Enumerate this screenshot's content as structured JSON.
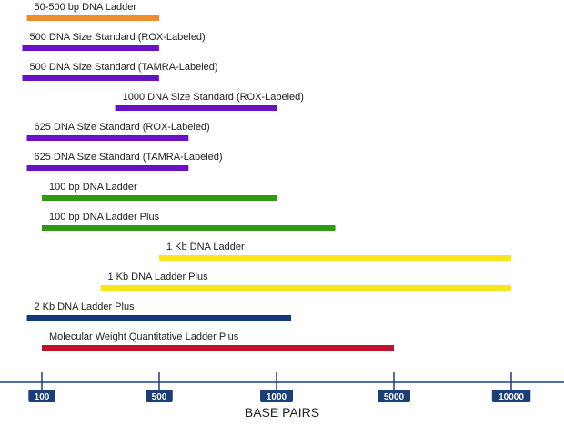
{
  "chart_data": {
    "type": "bar",
    "orientation": "horizontal-range",
    "title": "",
    "xlabel": "BASE PAIRS",
    "ylabel": "",
    "grid": false,
    "legend": "none",
    "x_scale": "ordinal (100, 500, 1000, 5000, 10000 equally spaced)",
    "x_ticks": [
      100,
      500,
      1000,
      5000,
      10000
    ],
    "x_tick_labels": [
      "100",
      "500",
      "1000",
      "5000",
      "10000"
    ],
    "tick_badge_color": "#1a3e78",
    "axis_color": "#1a3e78",
    "series": [
      {
        "label": "50-500 bp DNA Ladder",
        "start": 50,
        "end": 500,
        "color": "#f28c28"
      },
      {
        "label": "500 DNA Size Standard (ROX-Labeled)",
        "start": 35,
        "end": 500,
        "color": "#6a11c6"
      },
      {
        "label": "500 DNA Size Standard (TAMRA-Labeled)",
        "start": 35,
        "end": 500,
        "color": "#6a11c6"
      },
      {
        "label": "1000 DNA Size Standard (ROX-Labeled)",
        "start": 350,
        "end": 1000,
        "color": "#6a11c6"
      },
      {
        "label": "625 DNA Size Standard (ROX-Labeled)",
        "start": 50,
        "end": 625,
        "color": "#6a11c6"
      },
      {
        "label": "625 DNA Size Standard (TAMRA-Labeled)",
        "start": 50,
        "end": 625,
        "color": "#6a11c6"
      },
      {
        "label": "100 bp DNA Ladder",
        "start": 100,
        "end": 1000,
        "color": "#2e9b12"
      },
      {
        "label": "100 bp DNA Ladder Plus",
        "start": 100,
        "end": 3000,
        "color": "#2e9b12"
      },
      {
        "label": "1 Kb DNA Ladder",
        "start": 500,
        "end": 10000,
        "color": "#f6e61a"
      },
      {
        "label": "1 Kb DNA Ladder Plus",
        "start": 300,
        "end": 10000,
        "color": "#f6e61a"
      },
      {
        "label": "2 Kb DNA Ladder Plus",
        "start": 50,
        "end": 1500,
        "color": "#0f3b78"
      },
      {
        "label": "Molecular Weight Quantitative Ladder Plus",
        "start": 100,
        "end": 5000,
        "color": "#c0122a"
      }
    ]
  }
}
